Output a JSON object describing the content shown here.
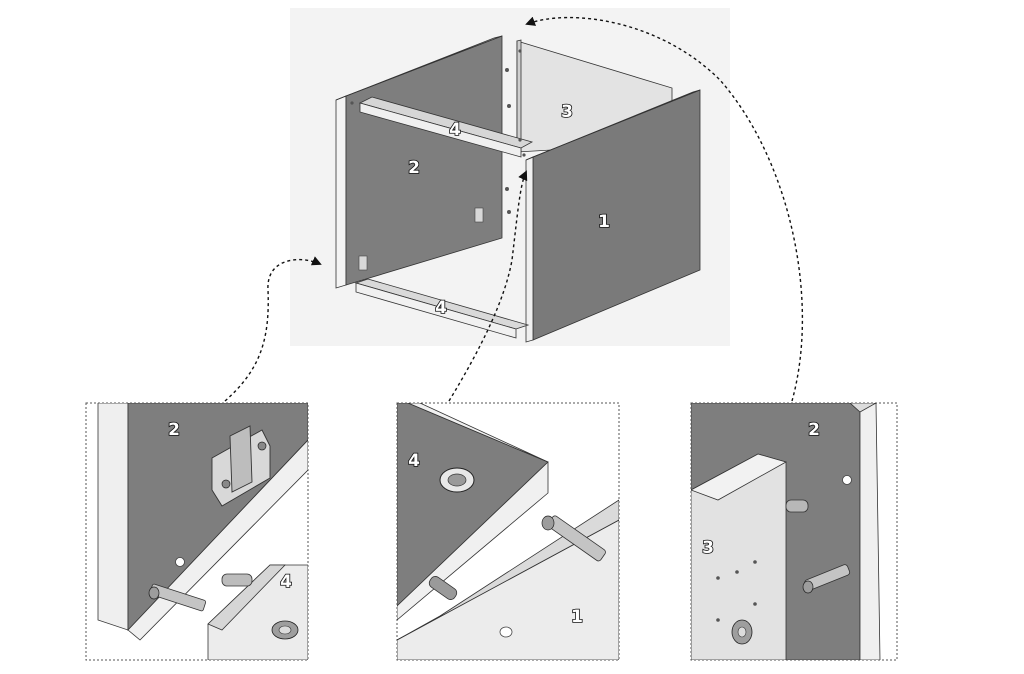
{
  "main_view": {
    "labels": {
      "side_right": "1",
      "side_left": "2",
      "back": "3",
      "rail_top": "4",
      "rail_bottom": "4"
    }
  },
  "details": {
    "left": {
      "panel": "2",
      "rail": "4"
    },
    "center": {
      "rail": "4",
      "side": "1"
    },
    "right": {
      "panel": "2",
      "back": "3"
    }
  },
  "colors": {
    "panel_dark": "#7c7c7c",
    "panel_mid": "#9a9a9a",
    "panel_light": "#e4e4e4",
    "panel_edge": "#f2f2f2",
    "scene_bg": "#f2f2f2"
  }
}
